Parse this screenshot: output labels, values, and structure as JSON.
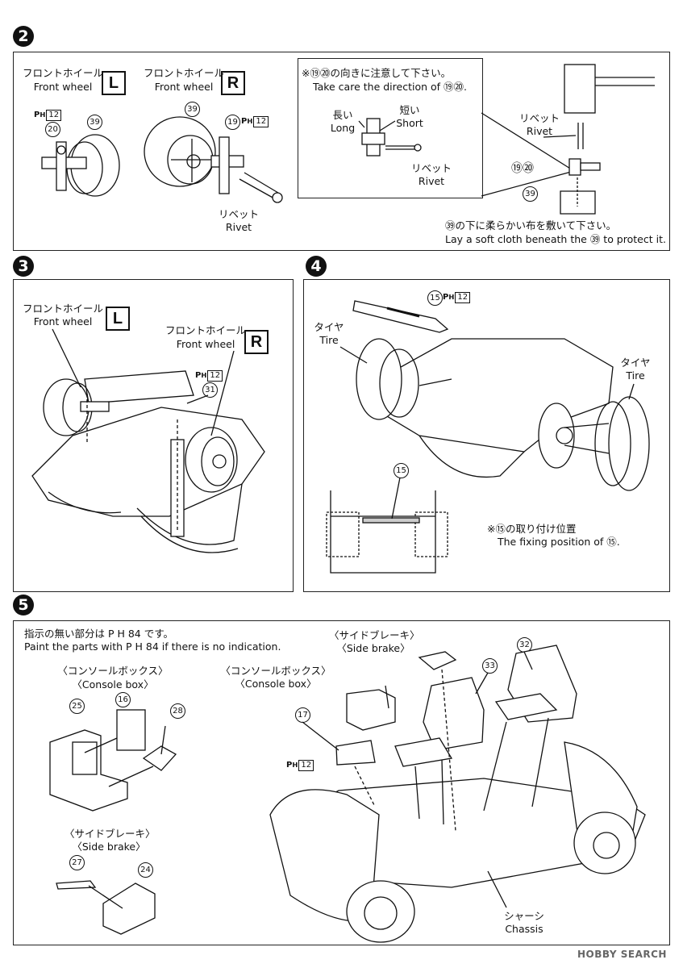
{
  "step2": {
    "number": "2",
    "left_label_jp": "フロントホイール",
    "left_label_en": "Front wheel",
    "left_badge": "L",
    "right_label_jp": "フロントホイール",
    "right_label_en": "Front wheel",
    "right_badge": "R",
    "part_20": "20",
    "part_39a": "39",
    "part_39b": "39",
    "part_19": "19",
    "ph_code": "P",
    "ph_sub": "H",
    "ph_num": "12",
    "rivet_jp": "リベット",
    "rivet_en": "Rivet",
    "note_jp": "※⑲⑳の向きに注意して下さい。",
    "note_en": "Take care the direction of ⑲⑳.",
    "long_jp": "長い",
    "long_en": "Long",
    "short_jp": "短い",
    "short_en": "Short",
    "rivet2_jp": "リベット",
    "rivet2_en": "Rivet",
    "rivet3_jp": "リベット",
    "rivet3_en": "Rivet",
    "parts_1920": "⑲⑳",
    "part_39c": "39",
    "cloth_jp": "㊴の下に柔らかい布を敷いて下さい。",
    "cloth_en": "Lay a soft cloth beneath the ㊴ to protect it."
  },
  "step3": {
    "number": "3",
    "left_label_jp": "フロントホイール",
    "left_label_en": "Front wheel",
    "left_badge": "L",
    "right_label_jp": "フロントホイール",
    "right_label_en": "Front wheel",
    "right_badge": "R",
    "ph_num": "12",
    "part_31": "31"
  },
  "step4": {
    "number": "4",
    "part_15": "15",
    "ph_num": "12",
    "tire_left_jp": "タイヤ",
    "tire_left_en": "Tire",
    "tire_right_jp": "タイヤ",
    "tire_right_en": "Tire",
    "part_15b": "15",
    "fix_jp": "※⑮の取り付け位置",
    "fix_en": "The fixing position of ⑮."
  },
  "step5": {
    "number": "5",
    "paint_jp": "指示の無い部分は P H 84 です。",
    "paint_en": "Paint the parts with P H 84 if there is no indication.",
    "console_jp": "〈コンソールボックス〉",
    "console_en": "〈Console box〉",
    "part_25": "25",
    "part_16": "16",
    "part_28": "28",
    "side_brake_jp": "〈サイドブレーキ〉",
    "side_brake_en": "〈Side brake〉",
    "part_27": "27",
    "part_24": "24",
    "side_brake2_jp": "〈サイドブレーキ〉",
    "side_brake2_en": "〈Side brake〉",
    "console2_jp": "〈コンソールボックス〉",
    "console2_en": "〈Console box〉",
    "part_17": "17",
    "ph_num": "12",
    "part_32": "32",
    "part_33": "33",
    "chassis_jp": "シャーシ",
    "chassis_en": "Chassis"
  },
  "watermark": "HOBBY SEARCH"
}
